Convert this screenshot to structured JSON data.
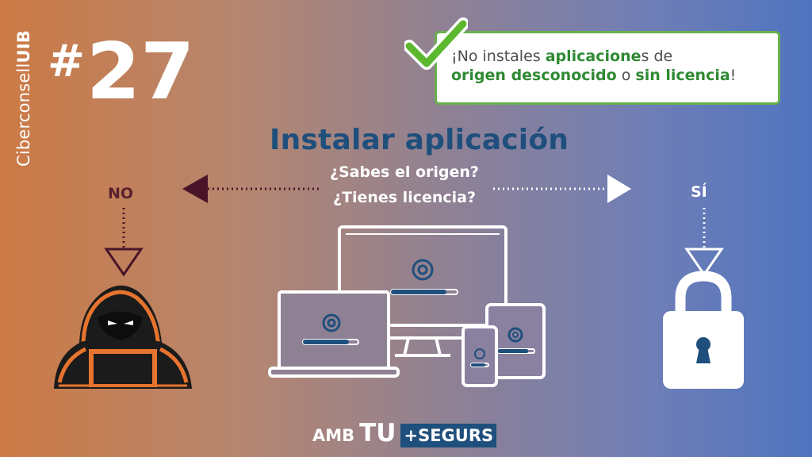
{
  "brand": {
    "vertical_prefix": "Ciberconsell",
    "vertical_bold": "UIB",
    "hash": "#",
    "number": "27"
  },
  "tip": {
    "part1": "¡No instales ",
    "part2": "aplicacione",
    "part3": "s de",
    "part4": "origen desconocido",
    "part5": " o ",
    "part6": "sin licencia",
    "part7": "!"
  },
  "main": {
    "title": "Instalar aplicación",
    "question1": "¿Sabes el origen?",
    "question2": "¿Tienes licencia?",
    "no_label": "NO",
    "si_label": "SÍ"
  },
  "footer": {
    "amb": "AMB",
    "tu": "TU",
    "segurs": "+SEGURS"
  },
  "colors": {
    "accent_green": "#2f8a33",
    "title_blue": "#1f4f7c",
    "no_arrow": "#4a1428",
    "hacker_orange": "#e7742e"
  },
  "icons": [
    "check-icon",
    "left-arrow-icon",
    "right-arrow-icon",
    "hacker-icon",
    "devices-icon",
    "padlock-icon"
  ]
}
